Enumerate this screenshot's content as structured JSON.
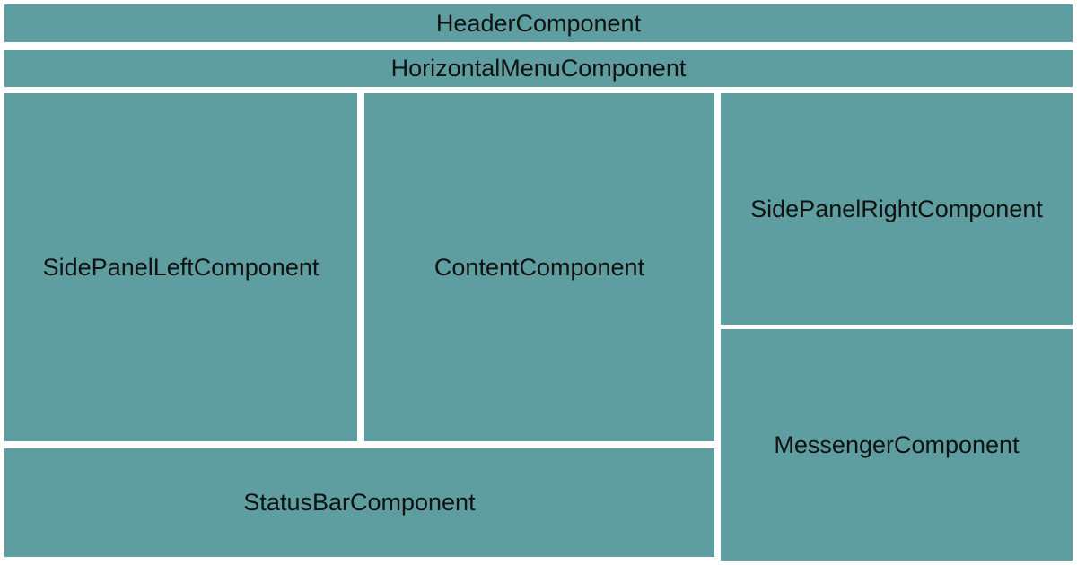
{
  "theme": {
    "background": "#ffffff",
    "panel_color": "#5f9ea0",
    "label_color": "#111111"
  },
  "components": {
    "header": {
      "label": "HeaderComponent"
    },
    "horizontal_menu": {
      "label": "HorizontalMenuComponent"
    },
    "side_panel_left": {
      "label": "SidePanelLeftComponent"
    },
    "content": {
      "label": "ContentComponent"
    },
    "side_panel_right": {
      "label": "SidePanelRightComponent"
    },
    "messenger": {
      "label": "MessengerComponent"
    },
    "status_bar": {
      "label": "StatusBarComponent"
    }
  }
}
